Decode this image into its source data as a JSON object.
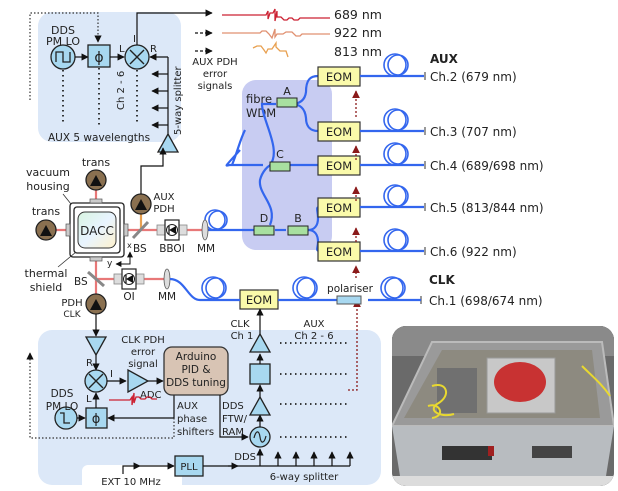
{
  "colors": {
    "panel_bg": "#dce8f8",
    "wdm_bg": "#c8ccf2",
    "component_fill": "#a8d8f0",
    "eom_fill": "#fafaaa",
    "wdm_filter_fill": "#a8e0a0",
    "fibre": "#3366ee",
    "laser_beam": "#e87878",
    "error_689": "#cc2233",
    "error_922": "#e09070",
    "error_813": "#e8a050",
    "trigger_arrow": "#8b1a1a",
    "arduino_fill": "#d8c4b4",
    "photodiode_fill": "#8a7050"
  },
  "aux_panel": {
    "dds_label_1": "DDS",
    "dds_label_2": "PM LO",
    "phase_symbol": "ϕ",
    "mixer_L": "L",
    "mixer_R": "R",
    "mixer_I": "I",
    "channel_label": "Ch 2 - 6",
    "splitter_label": "5-way splitter",
    "footer": "AUX 5 wavelengths"
  },
  "error_signals": {
    "items": [
      {
        "label": "689 nm",
        "color": "#cc2233"
      },
      {
        "label": "922 nm",
        "color": "#e09070"
      },
      {
        "label": "813 nm",
        "color": "#e8a050"
      }
    ],
    "caption_1": "AUX PDH",
    "caption_2": "error",
    "caption_3": "signals"
  },
  "wdm": {
    "label_1": "fibre",
    "label_2": "WDM",
    "filters": [
      "A",
      "B",
      "C",
      "D"
    ]
  },
  "eom_label": "EOM",
  "aux_header": "AUX",
  "clk_header": "CLK",
  "channels": [
    {
      "label": "Ch.2 (679 nm)"
    },
    {
      "label": "Ch.3 (707 nm)"
    },
    {
      "label": "Ch.4 (689/698 nm)"
    },
    {
      "label": "Ch.5 (813/844 nm)"
    },
    {
      "label": "Ch.6 (922 nm)"
    },
    {
      "label": "Ch.1 (698/674 nm)"
    }
  ],
  "optics": {
    "trans_top": "trans",
    "trans_left": "trans",
    "vacuum_1": "vacuum",
    "vacuum_2": "housing",
    "thermal_1": "thermal",
    "thermal_2": "shield",
    "dacc": "DACC",
    "aux_pdh_1": "AUX",
    "aux_pdh_2": "PDH",
    "bs_1": "BS",
    "bs_2": "BS",
    "axis_x": "x",
    "axis_y": "y",
    "bboi": "BBOI",
    "oi": "OI",
    "mm_1": "MM",
    "mm_2": "MM",
    "pdh_clk_1": "PDH",
    "pdh_clk_2": "CLK",
    "polariser": "polariser"
  },
  "clk_panel": {
    "error_1": "CLK PDH",
    "error_2": "error",
    "error_3": "signal",
    "mixer_R": "R",
    "mixer_L": "L",
    "mixer_I": "I",
    "adc": "ADC",
    "dds_1": "DDS",
    "dds_2": "PM LO",
    "phase_symbol": "ϕ",
    "arduino_1": "Arduino",
    "arduino_2": "PID &",
    "arduino_3": "DDS tuning",
    "aux_ph_1": "AUX",
    "aux_ph_2": "phase",
    "aux_ph_3": "shifters",
    "ftw_1": "DDS",
    "ftw_2": "FTW/",
    "ftw_3": "RAM",
    "clk_ch_1": "CLK",
    "clk_ch_2": "Ch 1",
    "aux_ch_1": "AUX",
    "aux_ch_2": "Ch 2 - 6",
    "pll": "PLL",
    "dds": "DDS",
    "ext": "EXT 10 MHz",
    "splitter": "6-way splitter"
  }
}
